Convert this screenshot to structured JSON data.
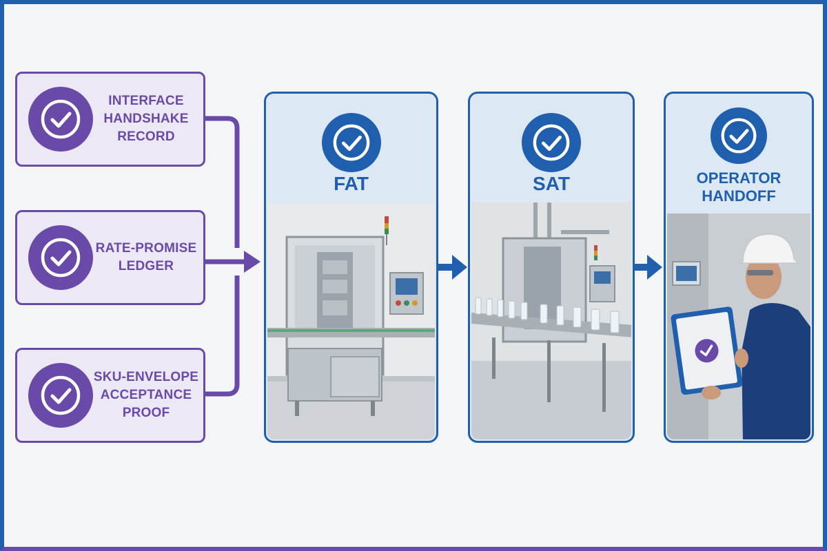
{
  "colors": {
    "purple": "#6a4aa8",
    "purple_fill": "#ece8f6",
    "blue": "#1f5fae",
    "blue_fill": "#dde8f5",
    "background": "#f4f5f7"
  },
  "inputs": [
    {
      "label": "INTERFACE\nHANDSHAKE\nRECORD",
      "icon": "check-circle-icon"
    },
    {
      "label": "RATE-PROMISE\nLEDGER",
      "icon": "check-circle-icon"
    },
    {
      "label": "SKU-ENVELOPE\nACCEPTANCE PROOF",
      "icon": "check-circle-icon"
    }
  ],
  "stages": [
    {
      "title": "FAT",
      "icon": "check-circle-icon",
      "image": "filling-machine-photo"
    },
    {
      "title": "SAT",
      "icon": "check-circle-icon",
      "image": "bottling-line-photo"
    },
    {
      "title": "OPERATOR\nHANDOFF",
      "icon": "check-circle-icon",
      "image": "operator-with-tablet-photo"
    }
  ]
}
